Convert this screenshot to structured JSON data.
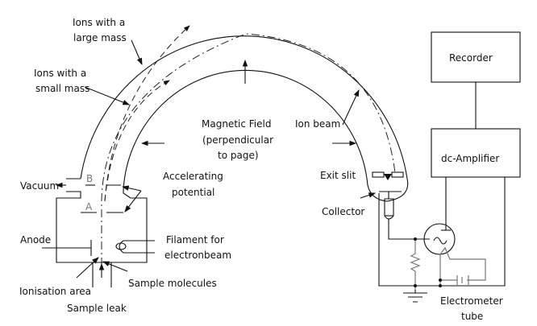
{
  "labels": {
    "ions_large_1": "Ions with a",
    "ions_large_2": "large mass",
    "ions_small_1": "Ions with a",
    "ions_small_2": "small mass",
    "field_1": "Magnetic Field",
    "field_2": "(perpendicular",
    "field_3": "to page)",
    "ion_beam": "Ion beam",
    "vacuum": "Vacuum",
    "slit_b": "B",
    "slit_a": "A",
    "accel_1": "Accelerating",
    "accel_2": "potential",
    "anode": "Anode",
    "filament_1": "Filament for",
    "filament_2": "electronbeam",
    "ionisation": "Ionisation area",
    "sample_molecules": "Sample molecules",
    "sample_leak": "Sample leak",
    "exit_slit": "Exit slit",
    "collector": "Collector",
    "recorder": "Recorder",
    "amplifier": "dc-Amplifier",
    "electrometer_1": "Electrometer",
    "electrometer_2": "tube"
  }
}
